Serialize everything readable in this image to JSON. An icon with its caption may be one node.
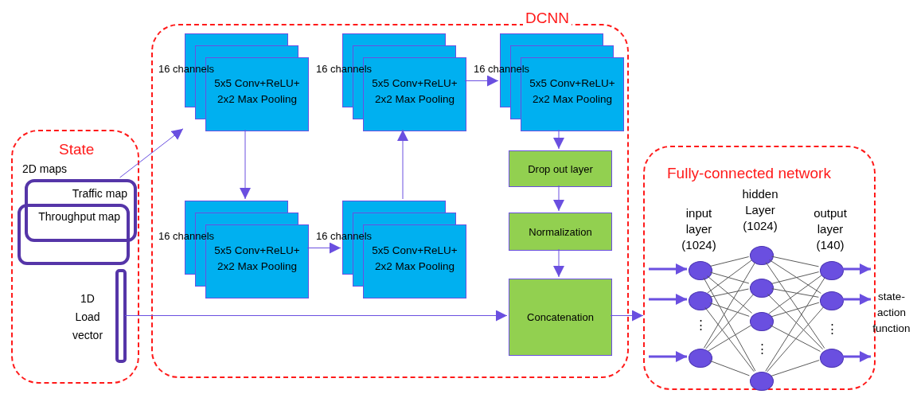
{
  "diagram": {
    "nodes": [
      {
        "text": [
          "State"
        ]
      },
      {
        "text": [
          "Traffic map"
        ],
        "in": 0
      },
      {
        "text": [
          "Throughput map"
        ],
        "in": 0
      },
      {
        "text": [],
        "shape": "bar",
        "in": 0,
        "beside": [
          "1D Load vector"
        ]
      },
      {
        "text": [
          "DCNN"
        ]
      },
      {
        "text": [
          "16 channels",
          "5x5 Conv+ReLU+ 2x2 Max Pooling"
        ],
        "in": 4
      },
      {
        "text": [
          "16 channels",
          "5x5 Conv+ReLU+ 2x2 Max Pooling"
        ],
        "in": 4
      },
      {
        "text": [
          "16 channels",
          "5x5 Conv+ReLU+ 2x2 Max Pooling"
        ],
        "in": 4
      },
      {
        "text": [
          "16 channels",
          "5x5 Conv+ReLU+ 2x2 Max Pooling"
        ],
        "in": 4
      },
      {
        "text": [
          "16 channels",
          "5x5 Conv+ReLU+ 2x2 Max Pooling"
        ],
        "in": 4
      },
      {
        "text": [
          "Drop out layer"
        ],
        "in": 4
      },
      {
        "text": [
          "Normalization"
        ],
        "in": 4
      },
      {
        "text": [
          "Concatenation"
        ],
        "in": 4
      },
      {
        "text": [
          "Fully-connected network"
        ]
      },
      {
        "text": [],
        "shape": "circle",
        "in": 13
      },
      {
        "text": [],
        "shape": "circle",
        "in": 13
      },
      {
        "text": [],
        "shape": "circle",
        "in": 13
      },
      {
        "text": [],
        "shape": "circle",
        "in": 13
      },
      {
        "text": [],
        "shape": "circle",
        "in": 13
      },
      {
        "text": [],
        "shape": "circle",
        "in": 13
      },
      {
        "text": [],
        "shape": "circle",
        "in": 13
      },
      {
        "text": [],
        "shape": "circle",
        "in": 13
      },
      {
        "text": [],
        "shape": "circle",
        "in": 13
      },
      {
        "text": [],
        "shape": "circle",
        "in": 13
      },
      {
        "text": [
          "state-action function"
        ]
      }
    ],
    "edges": [
      {
        "from": 1,
        "to": 5,
        "arrow": "to",
        "color": "#6a4fe0"
      },
      {
        "from": 5,
        "to": 6,
        "arrow": "to",
        "color": "#6a4fe0"
      },
      {
        "from": 6,
        "to": 7,
        "arrow": "to",
        "color": "#6a4fe0"
      },
      {
        "from": 7,
        "to": 8,
        "arrow": "to",
        "color": "#6a4fe0"
      },
      {
        "from": 8,
        "to": 9,
        "arrow": "to",
        "color": "#6a4fe0"
      },
      {
        "from": 9,
        "to": 10,
        "arrow": "to",
        "color": "#6a4fe0"
      },
      {
        "from": 10,
        "to": 11,
        "arrow": "to",
        "color": "#6a4fe0"
      },
      {
        "from": 11,
        "to": 12,
        "arrow": "to",
        "color": "#6a4fe0"
      },
      {
        "from": 3,
        "to": 12,
        "arrow": "to",
        "color": "#6a4fe0"
      },
      {
        "from": 12,
        "to": 13,
        "arrow": "to",
        "color": "#6a4fe0"
      },
      {
        "from": null,
        "to": 14,
        "arrow": "to",
        "style": "thick",
        "color": "#6a4fe0"
      },
      {
        "from": null,
        "to": 15,
        "arrow": "to",
        "style": "thick",
        "color": "#6a4fe0"
      },
      {
        "from": null,
        "to": 16,
        "arrow": "to",
        "style": "thick",
        "color": "#6a4fe0"
      },
      {
        "from": 14,
        "to": 17,
        "arrow": "none"
      },
      {
        "from": 14,
        "to": 18,
        "arrow": "none"
      },
      {
        "from": 14,
        "to": 19,
        "arrow": "none"
      },
      {
        "from": 14,
        "to": 20,
        "arrow": "none"
      },
      {
        "from": 15,
        "to": 17,
        "arrow": "none"
      },
      {
        "from": 15,
        "to": 18,
        "arrow": "none"
      },
      {
        "from": 15,
        "to": 19,
        "arrow": "none"
      },
      {
        "from": 15,
        "to": 20,
        "arrow": "none"
      },
      {
        "from": 16,
        "to": 17,
        "arrow": "none"
      },
      {
        "from": 16,
        "to": 18,
        "arrow": "none"
      },
      {
        "from": 16,
        "to": 19,
        "arrow": "none"
      },
      {
        "from": 16,
        "to": 20,
        "arrow": "none"
      },
      {
        "from": 17,
        "to": 21,
        "arrow": "none"
      },
      {
        "from": 17,
        "to": 22,
        "arrow": "none"
      },
      {
        "from": 17,
        "to": 23,
        "arrow": "none"
      },
      {
        "from": 18,
        "to": 21,
        "arrow": "none"
      },
      {
        "from": 18,
        "to": 22,
        "arrow": "none"
      },
      {
        "from": 18,
        "to": 23,
        "arrow": "none"
      },
      {
        "from": 19,
        "to": 21,
        "arrow": "none"
      },
      {
        "from": 19,
        "to": 22,
        "arrow": "none"
      },
      {
        "from": 19,
        "to": 23,
        "arrow": "none"
      },
      {
        "from": 20,
        "to": 21,
        "arrow": "none"
      },
      {
        "from": 20,
        "to": 22,
        "arrow": "none"
      },
      {
        "from": 20,
        "to": 23,
        "arrow": "none"
      },
      {
        "from": 21,
        "to": 24,
        "arrow": "to",
        "style": "thick",
        "color": "#6a4fe0"
      },
      {
        "from": 22,
        "to": 24,
        "arrow": "to",
        "style": "thick",
        "color": "#6a4fe0"
      },
      {
        "from": 23,
        "to": 24,
        "arrow": "to",
        "style": "thick",
        "color": "#6a4fe0"
      }
    ],
    "labels": [
      "2D maps",
      "input layer (1024)",
      "hidden Layer (1024)",
      "output layer (140)",
      "⋮",
      "⋮",
      "⋮"
    ]
  }
}
